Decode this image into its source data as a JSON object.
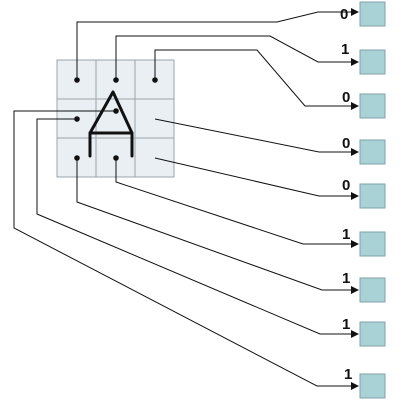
{
  "colors": {
    "grid_fill": "#e9eff3",
    "box_fill": "#a9d2d7",
    "box_stroke": "#7fa3a8",
    "line": "#111111",
    "letter": "#111111"
  },
  "outputs": [
    {
      "label": "0"
    },
    {
      "label": "1"
    },
    {
      "label": "0"
    },
    {
      "label": "0"
    },
    {
      "label": "0"
    },
    {
      "label": "1"
    },
    {
      "label": "1"
    },
    {
      "label": "1"
    },
    {
      "label": "1"
    }
  ]
}
